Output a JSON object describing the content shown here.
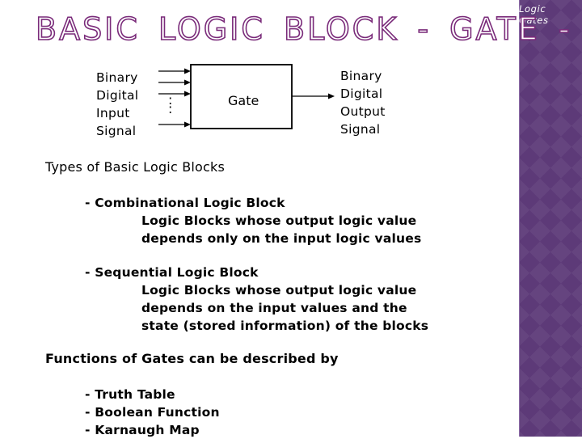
{
  "header": {
    "label": "Logic Gates"
  },
  "title": "BASIC LOGIC BLOCK - GATE -",
  "diagram": {
    "input_label": [
      "Binary",
      "Digital",
      "Input",
      "Signal"
    ],
    "gate_label": "Gate",
    "output_label": [
      "Binary",
      "Digital",
      "Output",
      "Signal"
    ],
    "dots": ":"
  },
  "types": {
    "heading": "Types of Basic Logic Blocks",
    "combinational": {
      "title": "- Combinational Logic Block",
      "description": [
        "Logic Blocks whose output logic value",
        "depends only on the input logic values"
      ]
    },
    "sequential": {
      "title": "- Sequential Logic Block",
      "description": [
        "Logic Blocks whose output logic value",
        "depends on the input values and the",
        "state (stored information) of the blocks"
      ]
    }
  },
  "functions": {
    "heading": "Functions of Gates can be described by",
    "items": [
      "- Truth Table",
      "- Boolean Function",
      "- Karnaugh Map"
    ]
  },
  "colors": {
    "side_panel": "#5d3a78",
    "title_outline": "#7a2b7a"
  }
}
